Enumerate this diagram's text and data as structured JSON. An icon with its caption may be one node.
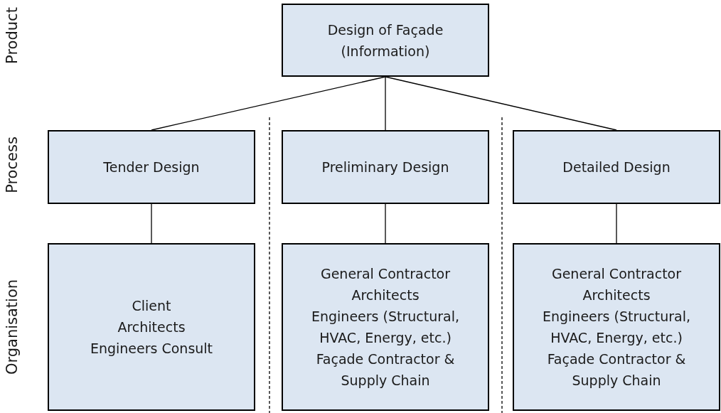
{
  "diagram": {
    "nodes": [
      {
        "text": [
          "Design of Façade",
          "(Information)"
        ]
      },
      {
        "text": [
          "Tender Design"
        ]
      },
      {
        "text": [
          "Preliminary Design"
        ]
      },
      {
        "text": [
          "Detailed Design"
        ]
      },
      {
        "text": [
          "Client",
          "Architects",
          "Engineers Consult"
        ]
      },
      {
        "text": [
          "General Contractor",
          "Architects",
          "Engineers (Structural, HVAC, Energy, etc.)",
          "Façade Contractor & Supply Chain"
        ]
      },
      {
        "text": [
          "General Contractor",
          "Architects",
          "Engineers (Structural, HVAC, Energy, etc.)",
          "Façade Contractor & Supply Chain"
        ]
      }
    ],
    "edges": [
      {
        "from": 0,
        "to": 1,
        "arrow": "none"
      },
      {
        "from": 0,
        "to": 2,
        "arrow": "none"
      },
      {
        "from": 0,
        "to": 3,
        "arrow": "none"
      },
      {
        "from": 1,
        "to": 4,
        "arrow": "none"
      },
      {
        "from": 2,
        "to": 5,
        "arrow": "none"
      },
      {
        "from": 3,
        "to": 6,
        "arrow": "none"
      }
    ],
    "labels": [
      "Product",
      "Process",
      "Organisation"
    ]
  }
}
